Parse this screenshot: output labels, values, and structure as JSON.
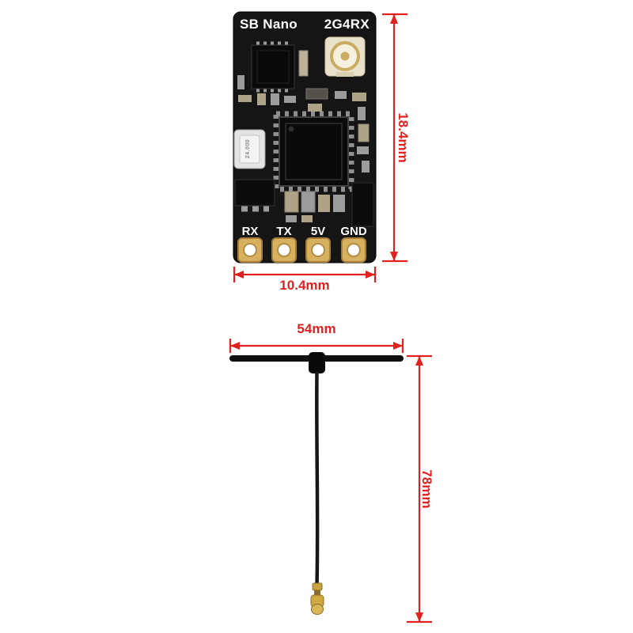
{
  "board": {
    "title_left": "SB Nano",
    "title_right": "2G4RX",
    "crystal_label": "24.000",
    "pads": [
      {
        "label": "RX"
      },
      {
        "label": "TX"
      },
      {
        "label": "5V"
      },
      {
        "label": "GND"
      }
    ],
    "dimensions": {
      "height": "18.4mm",
      "width": "10.4mm"
    }
  },
  "antenna": {
    "dimensions": {
      "width": "54mm",
      "length": "78mm"
    }
  },
  "icons": {
    "ufl_connector": "ufl-connector-icon",
    "antenna_connector": "antenna-connector-icon"
  },
  "colors": {
    "dimension_red": "#e32020",
    "pcb_black": "#151515",
    "pad_gold": "#d7b160",
    "silkscreen_white": "#ffffff"
  }
}
